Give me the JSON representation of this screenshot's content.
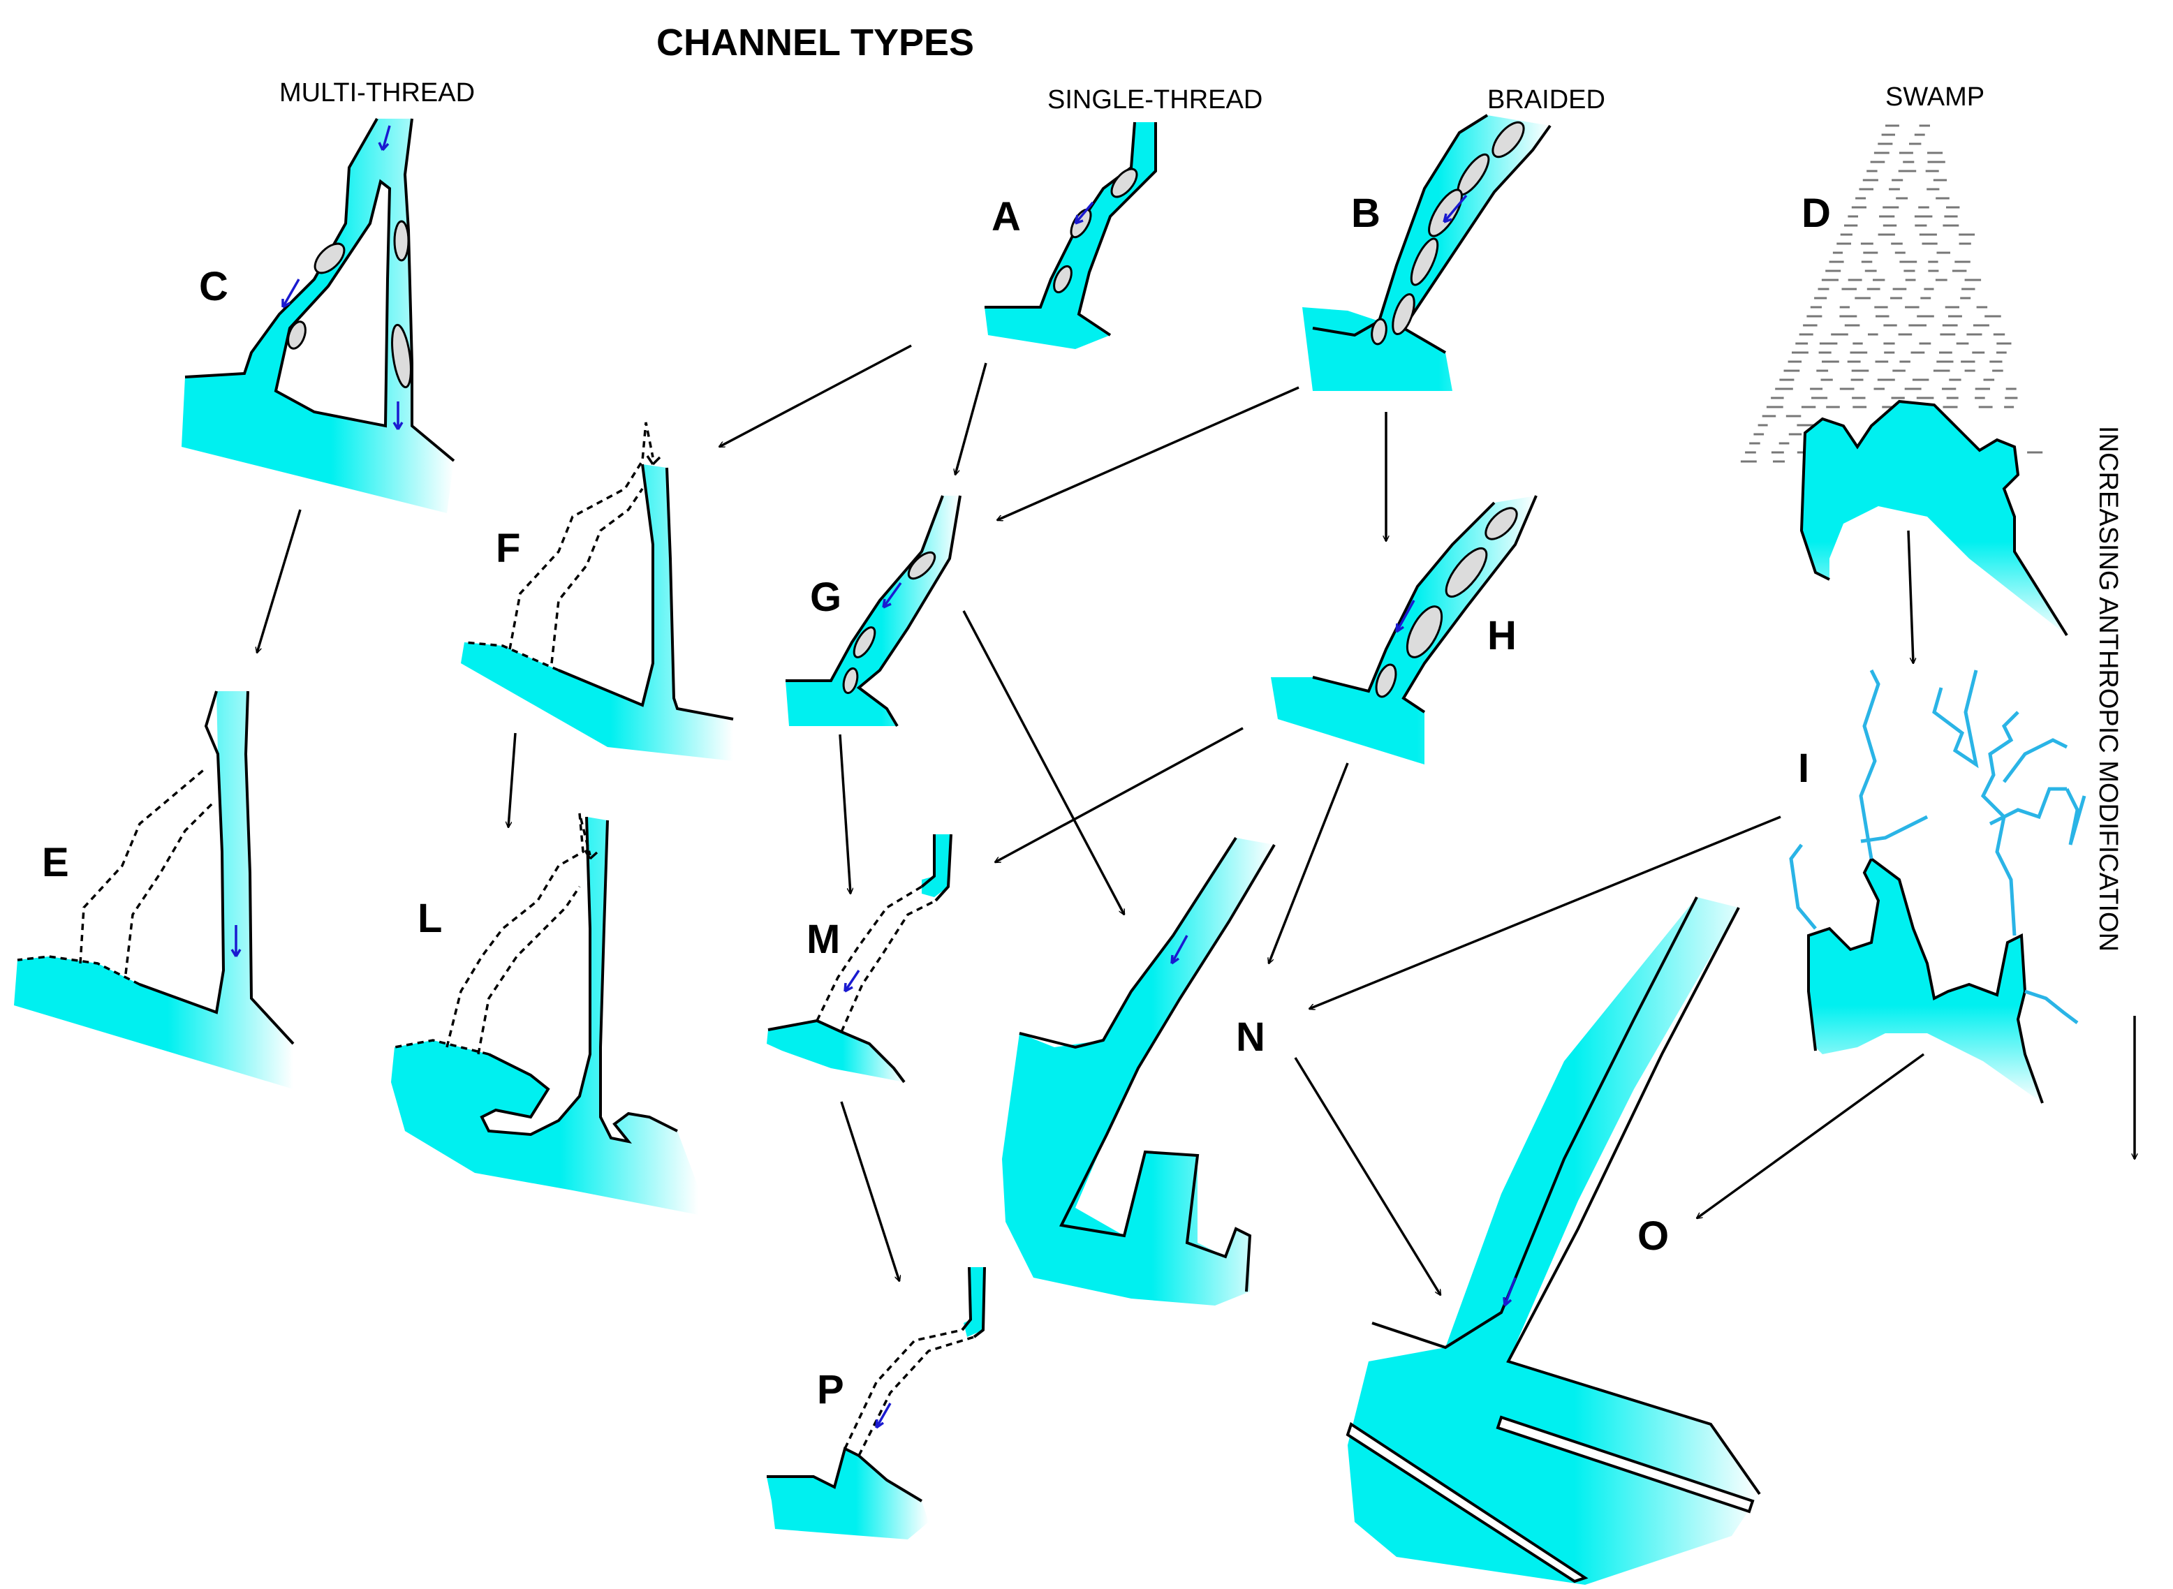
{
  "title": "CHANNEL TYPES",
  "categories": {
    "multi_thread": "MULTI-THREAD",
    "single_thread": "SINGLE-THREAD",
    "braided": "BRAIDED",
    "swamp": "SWAMP"
  },
  "side_label": "INCREASING ANTHROPIC MODIFICATION",
  "panels": [
    "A",
    "B",
    "C",
    "D",
    "E",
    "F",
    "G",
    "H",
    "I",
    "L",
    "M",
    "N",
    "O",
    "P"
  ],
  "colors": {
    "water": "#00f0f0",
    "water_fade": "#ffffff",
    "bar": "#dcdcdc",
    "flow_arrow": "#1a1ad0",
    "tributary": "#2ab4e6"
  },
  "relations": [
    {
      "from": "A",
      "to": "F"
    },
    {
      "from": "A",
      "to": "G"
    },
    {
      "from": "B",
      "to": "G"
    },
    {
      "from": "B",
      "to": "H"
    },
    {
      "from": "C",
      "to": "E"
    },
    {
      "from": "D",
      "to": "I"
    },
    {
      "from": "F",
      "to": "L"
    },
    {
      "from": "G",
      "to": "M"
    },
    {
      "from": "G",
      "to": "N"
    },
    {
      "from": "H",
      "to": "M"
    },
    {
      "from": "H",
      "to": "N"
    },
    {
      "from": "I",
      "to": "N"
    },
    {
      "from": "I",
      "to": "O"
    },
    {
      "from": "M",
      "to": "P"
    },
    {
      "from": "N",
      "to": "O"
    }
  ]
}
